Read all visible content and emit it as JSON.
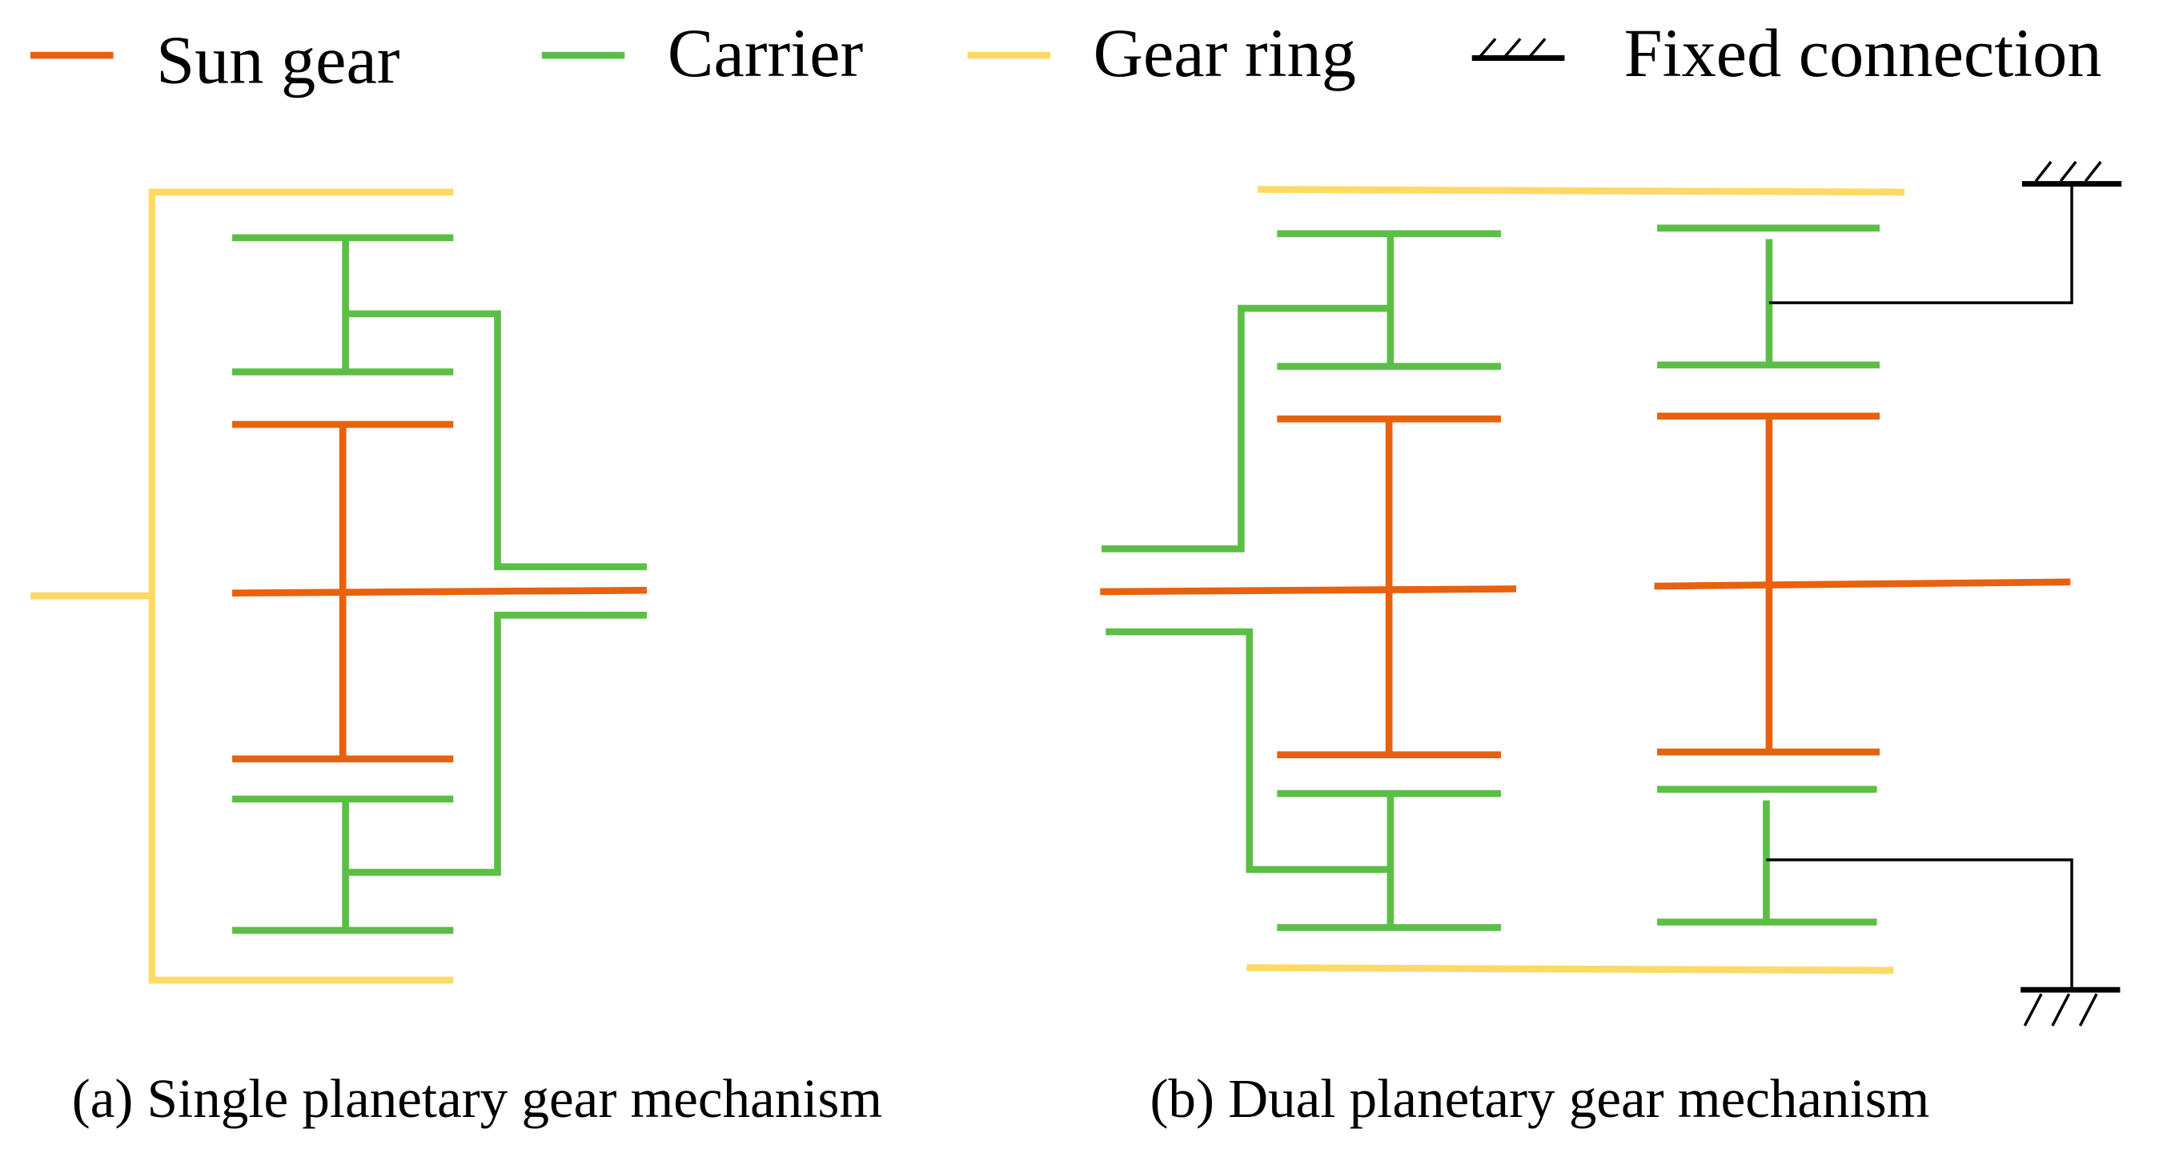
{
  "legend": {
    "sun_gear": "Sun gear",
    "carrier": "Carrier",
    "gear_ring": "Gear ring",
    "fixed_connection": "Fixed connection"
  },
  "captions": {
    "single": "(a) Single planetary gear mechanism",
    "dual": "(b) Dual planetary gear mechanism"
  },
  "colors": {
    "sun_gear": "#E8610F",
    "carrier": "#5BBF45",
    "gear_ring": "#FFD966",
    "fixed_connection": "#000000"
  }
}
